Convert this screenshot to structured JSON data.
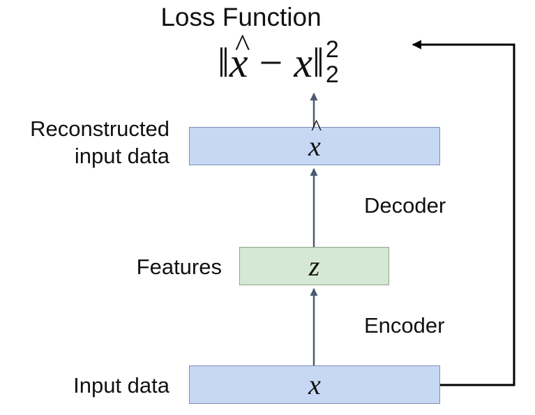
{
  "title": "Loss Function",
  "formula": {
    "open_norm": "‖",
    "hat_symbol": "^",
    "var_hat": "x",
    "minus": "−",
    "var": "x",
    "close_norm": "‖",
    "superscript": "2",
    "subscript": "2"
  },
  "boxes": {
    "reconstructed": {
      "symbol": "x",
      "hat": "^"
    },
    "features": {
      "symbol": "z"
    },
    "input": {
      "symbol": "x"
    }
  },
  "labels": {
    "reconstructed_line1": "Reconstructed",
    "reconstructed_line2": "input data",
    "decoder": "Decoder",
    "features": "Features",
    "encoder": "Encoder",
    "input": "Input data"
  },
  "colors": {
    "blue_box": "#c7d8f4",
    "green_box": "#d5e8d3",
    "arrow": "#4a5a73",
    "feedback_arrow": "#000000"
  }
}
